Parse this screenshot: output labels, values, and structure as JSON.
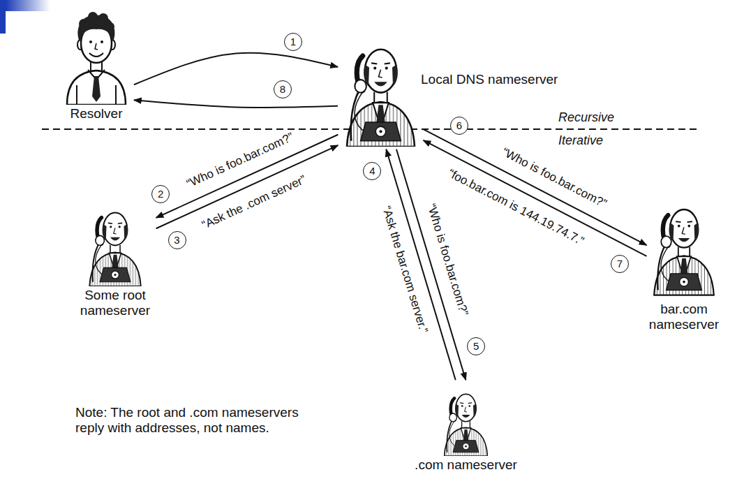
{
  "diagram": {
    "nodes": [
      {
        "text": [
          "Resolver"
        ]
      },
      {
        "text": [
          "Local DNS nameserver"
        ]
      },
      {
        "text": [
          "Some root nameserver"
        ]
      },
      {
        "text": [
          ".com nameserver"
        ]
      },
      {
        "text": [
          "bar.com nameserver"
        ]
      }
    ],
    "edges": [
      {
        "from": 0,
        "to": 1,
        "arrow": "to"
      },
      {
        "from": 1,
        "to": 0,
        "arrow": "to"
      },
      {
        "from": 1,
        "to": 2,
        "arrow": "to",
        "label": "“Who is foo.bar.com?”"
      },
      {
        "from": 2,
        "to": 1,
        "arrow": "to",
        "label": "“Ask the .com server”"
      },
      {
        "from": 1,
        "to": 3,
        "arrow": "to",
        "label": "“Who is foo.bar.com?”"
      },
      {
        "from": 3,
        "to": 1,
        "arrow": "to",
        "label": "“Ask the bar.com server.”"
      },
      {
        "from": 1,
        "to": 4,
        "arrow": "to",
        "label": "“Who is foo.bar.com?”"
      },
      {
        "from": 4,
        "to": 1,
        "arrow": "to",
        "label": "“foo.bar.com is 144.19.74.7.”"
      }
    ],
    "labels": [
      "1",
      "2",
      "3",
      "4",
      "5",
      "6",
      "7",
      "8",
      "Recursive",
      "Iterative",
      "Note: The root and .com nameservers reply with addresses, not names."
    ]
  }
}
